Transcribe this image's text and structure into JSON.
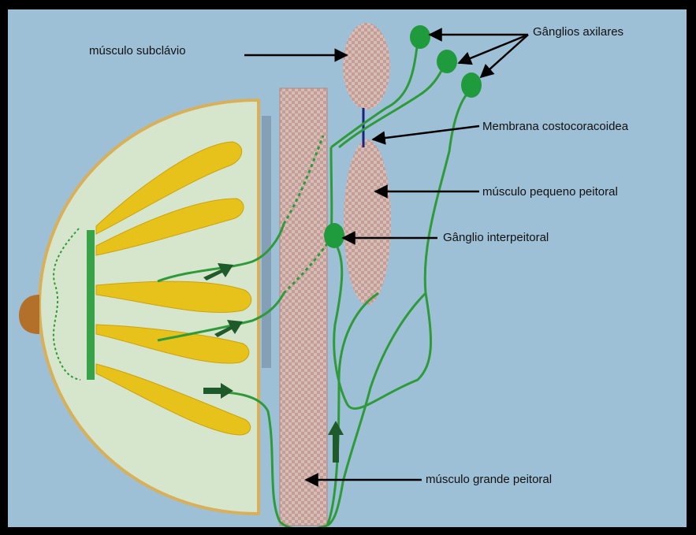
{
  "labels": {
    "subclavio": "músculo subclávio",
    "ganglios_axilares": "Gânglios axilares",
    "membrana": "Membrana costocoracoidea",
    "pequeno_peitoral": "músculo pequeno peitoral",
    "interpeitoral": "Gânglio interpeitoral",
    "grande_peitoral": "músculo grande peitoral"
  },
  "colors": {
    "background": "#9ec0d6",
    "frame": "#000000",
    "lymph_vessel": "#2e9a3a",
    "node": "#1f9a3c",
    "muscle": "#c9a6a0",
    "lobules": "#e6c21a",
    "breast_fill": "#d6e6cc",
    "breast_outline": "#d9b05a",
    "nipple": "#b3702a",
    "membrane": "#1a237e"
  }
}
